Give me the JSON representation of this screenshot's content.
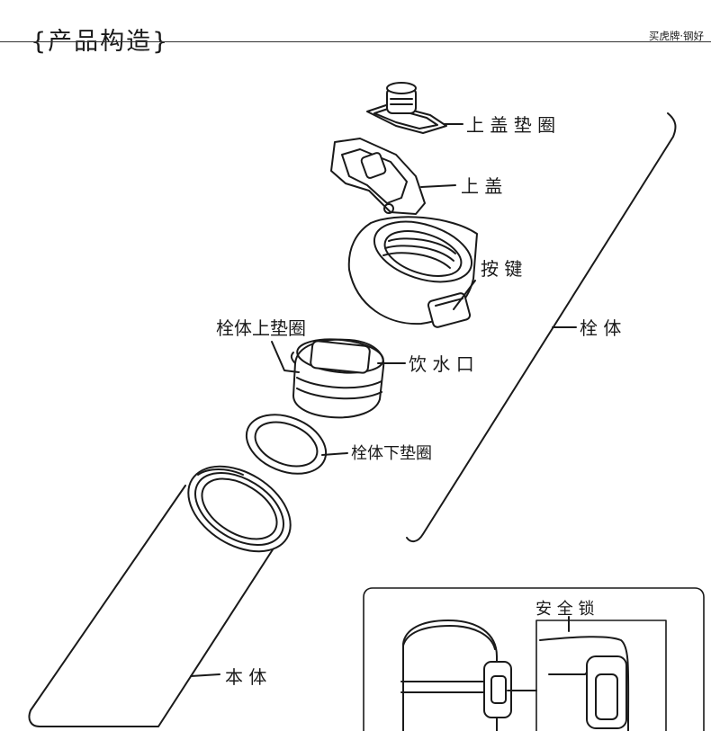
{
  "header": {
    "title": "{产品构造}",
    "brand": "买虎牌·钢好"
  },
  "labels": {
    "upper_lid_gasket": "上 盖 垫 圈",
    "upper_lid": "上 盖",
    "button": "按 键",
    "stopper": "栓 体",
    "stopper_upper_gasket": "栓体上垫圈",
    "drinking_spout": "饮 水 口",
    "stopper_lower_gasket": "栓体下垫圈",
    "body": "本 体",
    "safety_lock": "安 全 锁"
  }
}
